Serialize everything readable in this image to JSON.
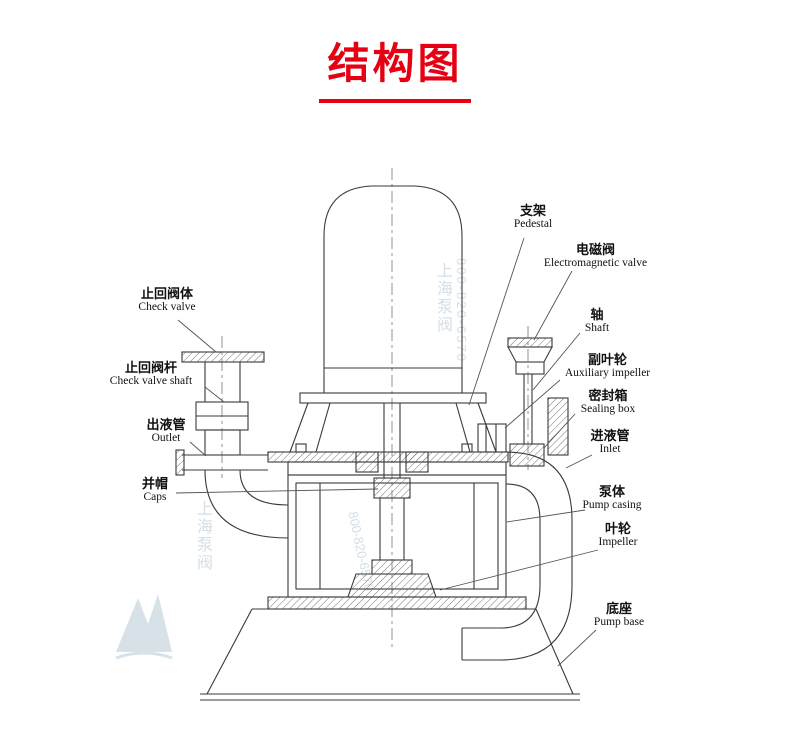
{
  "page": {
    "title": "结构图"
  },
  "watermark": {
    "company": "上海泵阀",
    "phone": "800-820-6570"
  },
  "labels": {
    "check_valve": {
      "zh": "止回阀体",
      "en": "Check valve"
    },
    "check_valve_shaft": {
      "zh": "止回阀杆",
      "en": "Check valve shaft"
    },
    "outlet": {
      "zh": "出液管",
      "en": "Outlet"
    },
    "caps": {
      "zh": "并帽",
      "en": "Caps"
    },
    "pedestal": {
      "zh": "支架",
      "en": "Pedestal"
    },
    "electromagnetic_valve": {
      "zh": "电磁阀",
      "en": "Electromagnetic valve"
    },
    "shaft": {
      "zh": "轴",
      "en": "Shaft"
    },
    "auxiliary_impeller": {
      "zh": "副叶轮",
      "en": "Auxiliary impeller"
    },
    "sealing_box": {
      "zh": "密封箱",
      "en": "Sealing box"
    },
    "inlet": {
      "zh": "进液管",
      "en": "Inlet"
    },
    "pump_casing": {
      "zh": "泵体",
      "en": "Pump casing"
    },
    "impeller": {
      "zh": "叶轮",
      "en": "Impeller"
    },
    "pump_base": {
      "zh": "底座",
      "en": "Pump base"
    }
  },
  "colors": {
    "accent_red": "#e60012",
    "line": "#3a3a3a",
    "watermark": "#a9becd"
  }
}
